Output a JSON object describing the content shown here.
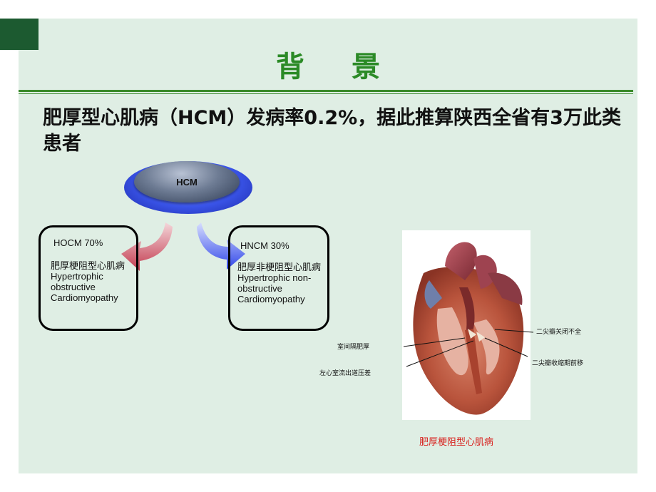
{
  "slide": {
    "title": "背 景",
    "headline": "肥厚型心肌病（HCM）发病率0.2%，据此推算陕西全省有3万此类患者"
  },
  "diagram": {
    "root_label": "HCM",
    "left": {
      "percent": "HOCM  70%",
      "desc_cn": "肥厚梗阻型心肌病",
      "desc_en_1": "Hypertrophic",
      "desc_en_2": "obstructive",
      "desc_en_3": "Cardiomyopathy"
    },
    "right": {
      "percent": "HNCM  30%",
      "desc_cn": "肥厚非梗阻型心肌病",
      "desc_en_1": "Hypertrophic non-",
      "desc_en_2": "obstructive",
      "desc_en_3": "Cardiomyopathy"
    },
    "colors": {
      "left_arrow": "#c8485a",
      "right_arrow": "#3f59f0",
      "title": "#2b8a26",
      "caption": "#d8231f"
    }
  },
  "figure": {
    "labels": {
      "septum": "室间隔肥厚",
      "lvot": "左心室流出道压差",
      "mitral_insufficiency": "二尖瓣关闭不全",
      "sam": "二尖瓣收缩期前移"
    },
    "caption": "肥厚梗阻型心肌病"
  }
}
